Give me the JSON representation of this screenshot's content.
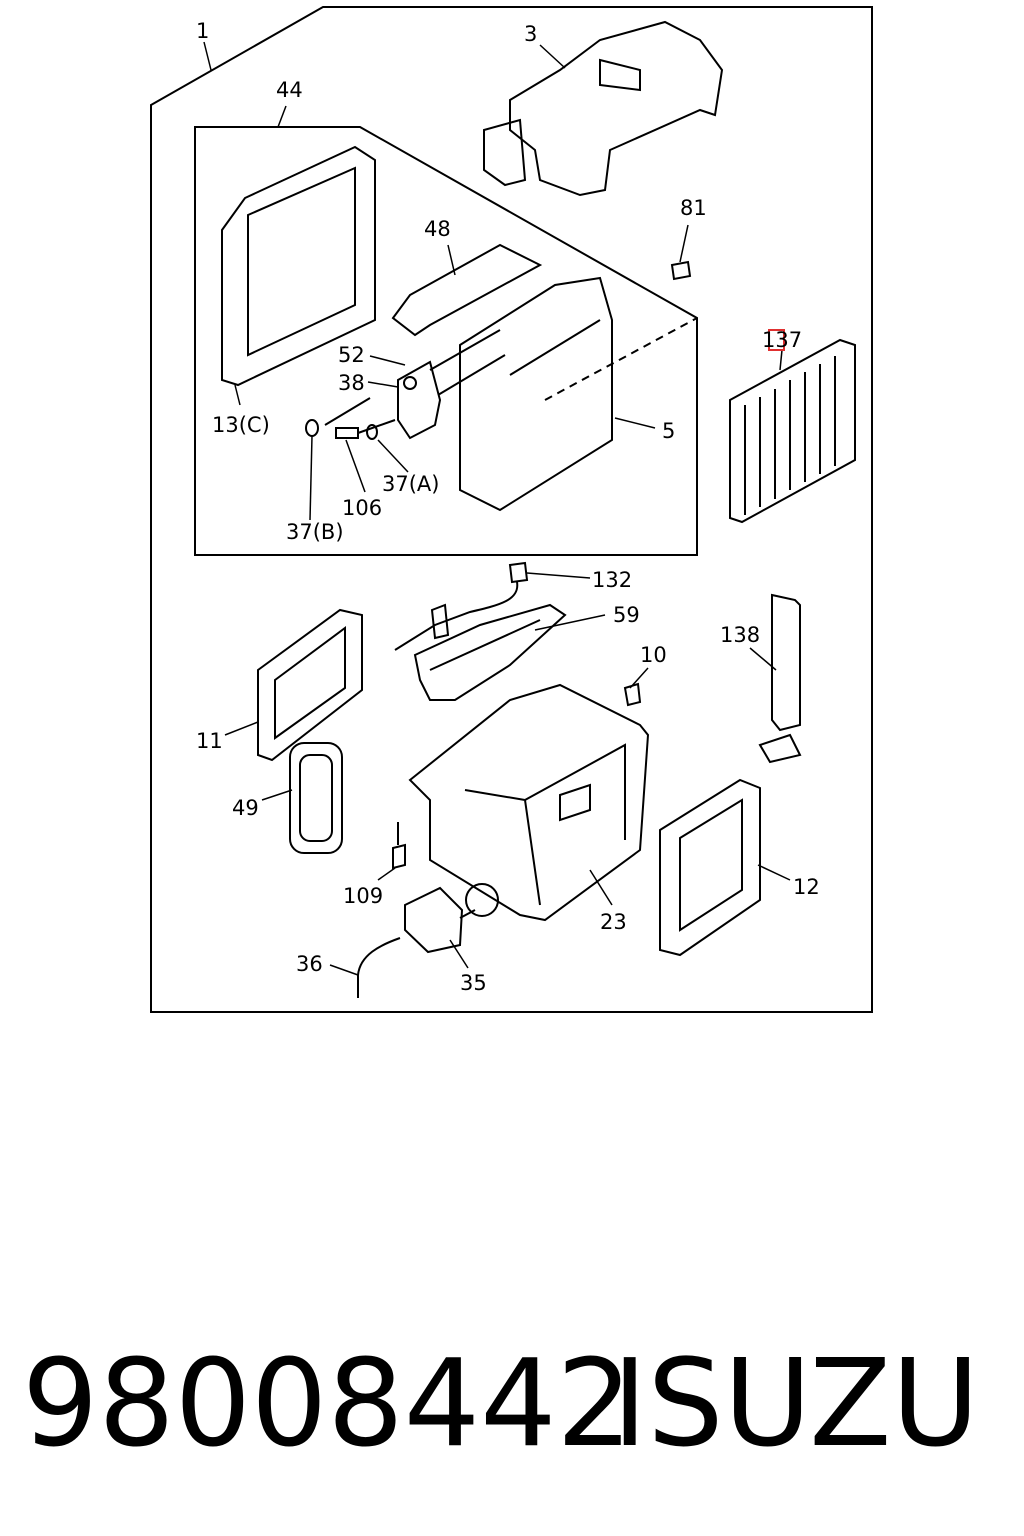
{
  "diagram": {
    "callouts": {
      "c1": "1",
      "c3": "3",
      "c44": "44",
      "c48": "48",
      "c81": "81",
      "c137": "137",
      "c52": "52",
      "c38": "38",
      "c13c": "13(C)",
      "c5": "5",
      "c37a": "37(A)",
      "c106": "106",
      "c37b": "37(B)",
      "c132": "132",
      "c59": "59",
      "c138": "138",
      "c10": "10",
      "c11": "11",
      "c49": "49",
      "c12": "12",
      "c109": "109",
      "c23": "23",
      "c36": "36",
      "c35": "35"
    },
    "highlight_color": "#e03030"
  },
  "caption": {
    "part_number": "98008442",
    "brand": "ISUZU"
  }
}
